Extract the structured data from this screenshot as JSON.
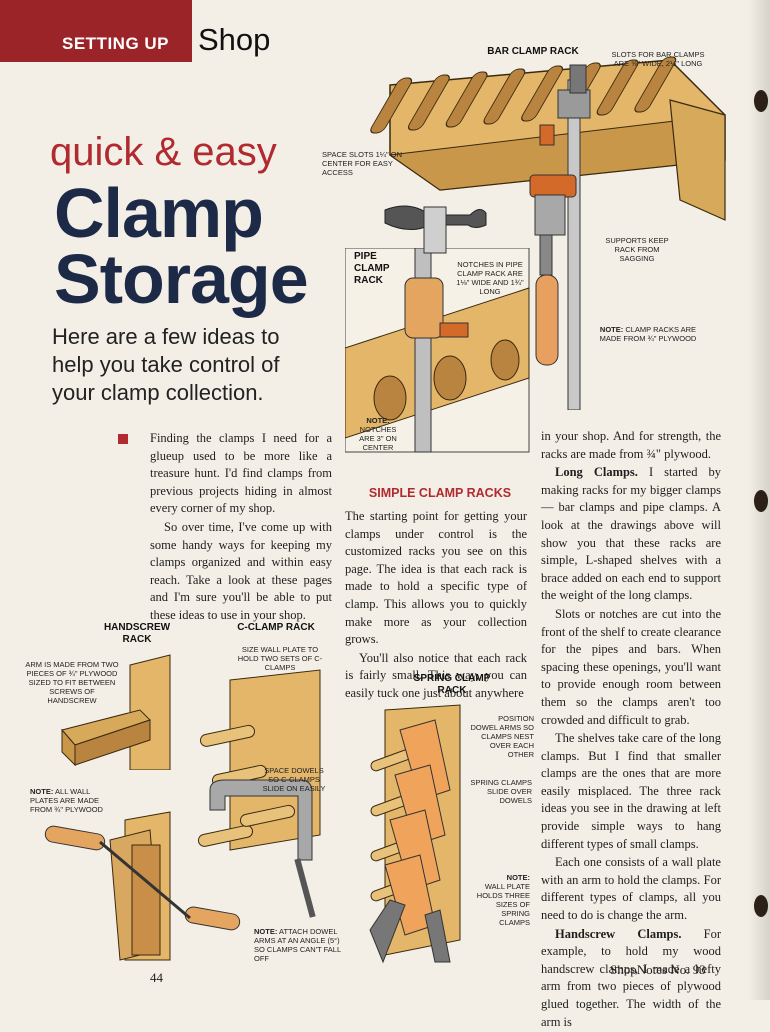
{
  "header": {
    "section_label": "SETTING UP",
    "section_label2": "Shop"
  },
  "title": {
    "kicker": "quick & easy",
    "line1": "Clamp",
    "line2": "Storage"
  },
  "subtitle": "Here are a few ideas to help you take control of your clamp collection.",
  "col1": {
    "p1": "Finding the clamps I need for a glueup used to be more like a treasure hunt. I'd find clamps from previous projects hiding in almost every corner of my shop.",
    "p2": "So over time, I've come up with some handy ways for keeping my clamps organized and within easy reach. Take a look at these pages and I'm sure you'll be able to put these ideas to use in your shop."
  },
  "col2": {
    "heading": "SIMPLE CLAMP RACKS",
    "p1": "The starting point for getting your clamps under control is the customized racks you see on this page. The idea is that each rack is made to hold a specific type of clamp. This allows you to quickly make more as your collection grows.",
    "p2": "You'll also notice that each rack is fairly small. This way, you can easily tuck one just about anywhere"
  },
  "col3": {
    "p0": "in your shop. And for strength, the racks are made from ¾\" plywood.",
    "h1": "Long Clamps.",
    "p1": " I started by making racks for my bigger clamps — bar clamps and pipe clamps. A look at the drawings above will show you that these racks are simple, L-shaped shelves with a brace added on each end to support the weight of the long clamps.",
    "p2": "Slots or notches are cut into the front of the shelf to create clearance for the pipes and bars. When spacing these openings, you'll want to provide enough room between them so the clamps aren't too crowded and difficult to grab.",
    "p3": "The shelves take care of the long clamps. But I find that smaller clamps are the ones that are more easily misplaced. The three rack ideas you see in the drawing at left provide simple ways to hang different types of small clamps.",
    "p4": "Each one consists of a wall plate with an arm to hold the clamps. For different types of clamps, all you need to do is change the arm.",
    "h2": "Handscrew Clamps.",
    "p5": " For example, to hold my wood handscrew clamps, I made a hefty arm from two pieces of plywood glued together. The width of the arm is"
  },
  "labels": {
    "bar_clamp_rack": "BAR CLAMP RACK",
    "slots": "SLOTS FOR BAR CLAMPS ARE ⅝\" WIDE, 2½\" LONG",
    "space_slots": "SPACE SLOTS 1¼\" ON CENTER FOR EASY ACCESS",
    "supports": "SUPPORTS KEEP RACK FROM SAGGING",
    "note_bar_head": "NOTE:",
    "note_bar": "CLAMP RACKS ARE MADE FROM ¾\" PLYWOOD",
    "pipe_clamp_rack": "PIPE CLAMP RACK",
    "notches": "NOTCHES IN PIPE CLAMP RACK ARE 1⅛\" WIDE AND 1¾\" LONG",
    "note_pipe_head": "NOTE:",
    "note_pipe": "NOTCHES ARE 3\" ON CENTER",
    "handscrew_rack": "HANDSCREW RACK",
    "arm_made": "ARM IS MADE FROM TWO PIECES OF ¾\" PLYWOOD SIZED TO FIT BETWEEN SCREWS OF HANDSCREW",
    "note_wall_head": "NOTE:",
    "note_wall": "ALL WALL PLATES ARE MADE FROM ¾\" PLYWOOD",
    "c_clamp_rack": "C-CLAMP RACK",
    "size_wall": "SIZE WALL PLATE TO HOLD TWO SETS OF C-CLAMPS",
    "space_dowels": "SPACE DOWELS SO C-CLAMPS SLIDE ON EASILY",
    "note_dowel_head": "NOTE:",
    "note_dowel": "ATTACH DOWEL ARMS AT AN ANGLE (5°) SO CLAMPS CAN'T FALL OFF",
    "spring_clamp_rack": "SPRING CLAMP RACK",
    "position_dowel": "POSITION DOWEL ARMS SO CLAMPS NEST OVER EACH OTHER",
    "spring_slide": "SPRING CLAMPS SLIDE OVER DOWELS",
    "note_spring_head": "NOTE:",
    "note_spring": "WALL PLATE HOLDS THREE SIZES OF SPRING CLAMPS"
  },
  "footer": {
    "page_number": "44",
    "publication": "ShopNotes No. 93"
  },
  "colors": {
    "accent_red": "#b02a2f",
    "title_navy": "#1c2a48",
    "wood": "#e0b25f"
  }
}
